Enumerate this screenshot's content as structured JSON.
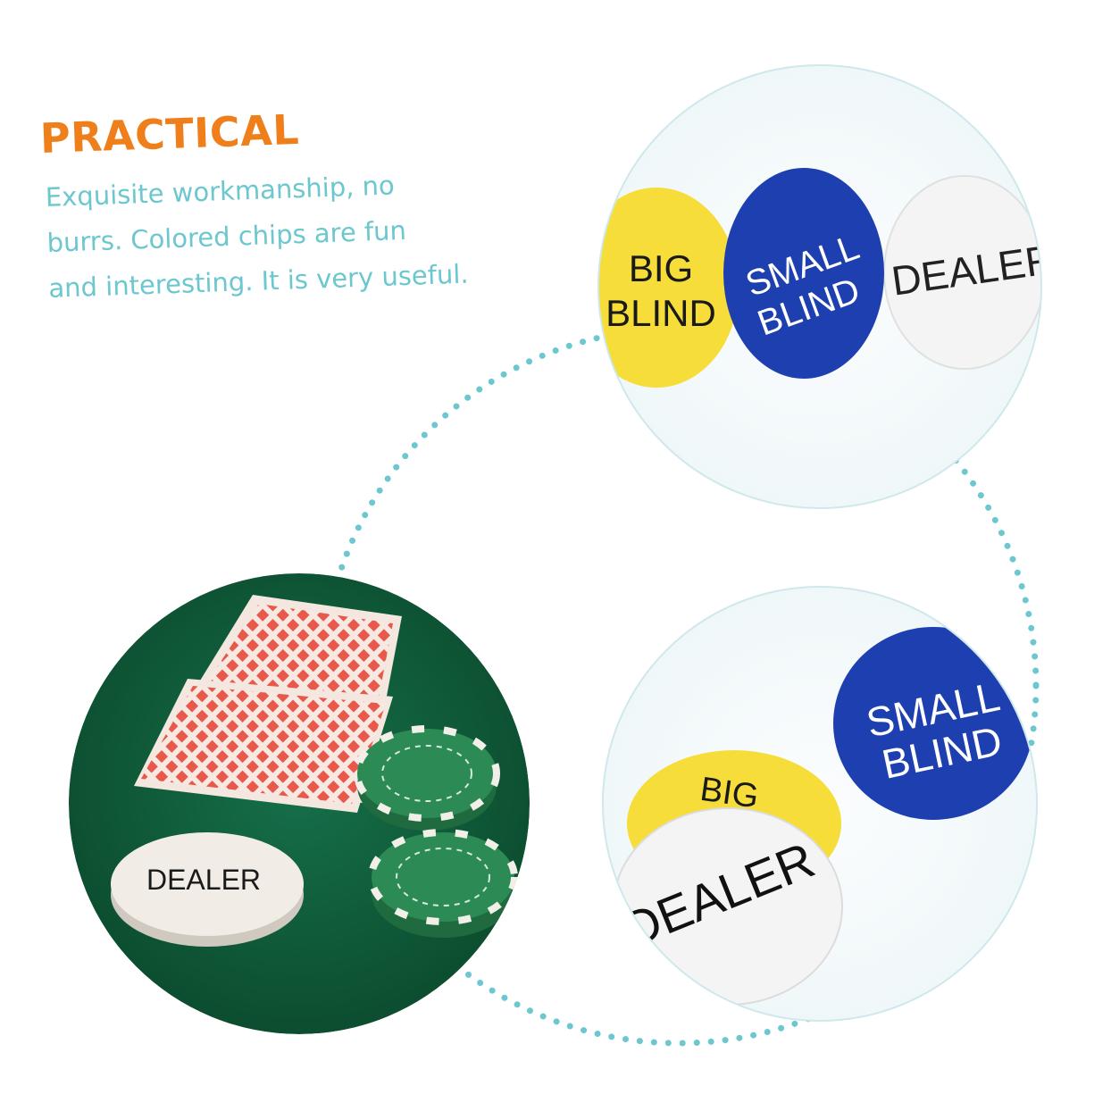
{
  "headline": "PRACTICAL",
  "description_lines": [
    "Exquisite workmanship, no",
    "burrs. Colored chips are fun",
    "and interesting. It is very useful."
  ],
  "button_labels": {
    "big_blind": [
      "BIG",
      "BLIND"
    ],
    "small_blind": [
      "SMALL",
      "BLIND"
    ],
    "dealer": "DEALER"
  },
  "colors": {
    "headline": "#ef7f1a",
    "description": "#6cc7cf",
    "dotted_ring": "#6cc7cf",
    "big_blind": "#f7dd3a",
    "small_blind": "#1d3fb0",
    "dealer": "#f4f4f4",
    "felt": "#0f5a36",
    "card_pattern": "#e8584b",
    "poker_chip": "#2c8a55"
  }
}
